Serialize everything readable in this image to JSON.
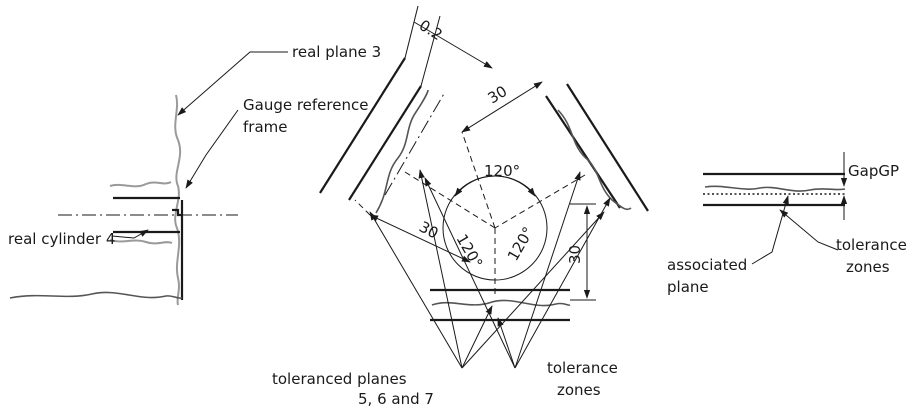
{
  "left_view": {
    "label_plane": "real plane 3",
    "label_frame_line1": "Gauge reference",
    "label_frame_line2": "frame",
    "label_cylinder": "real cylinder 4"
  },
  "center_view": {
    "dim_width": "0.2",
    "dim_30_top": "30",
    "dim_30_left": "30",
    "dim_30_right": "30",
    "angle_top": "120°",
    "angle_left": "120°",
    "angle_right": "120°",
    "label_planes_line1": "toleranced planes",
    "label_planes_line2": "5, 6 and 7",
    "label_zones_line1": "tolerance",
    "label_zones_line2": "zones"
  },
  "right_view": {
    "label_gap": "GapGP",
    "label_assoc_line1": "associated",
    "label_assoc_line2": "plane",
    "label_zones_line1": "tolerance",
    "label_zones_line2": "zones"
  }
}
